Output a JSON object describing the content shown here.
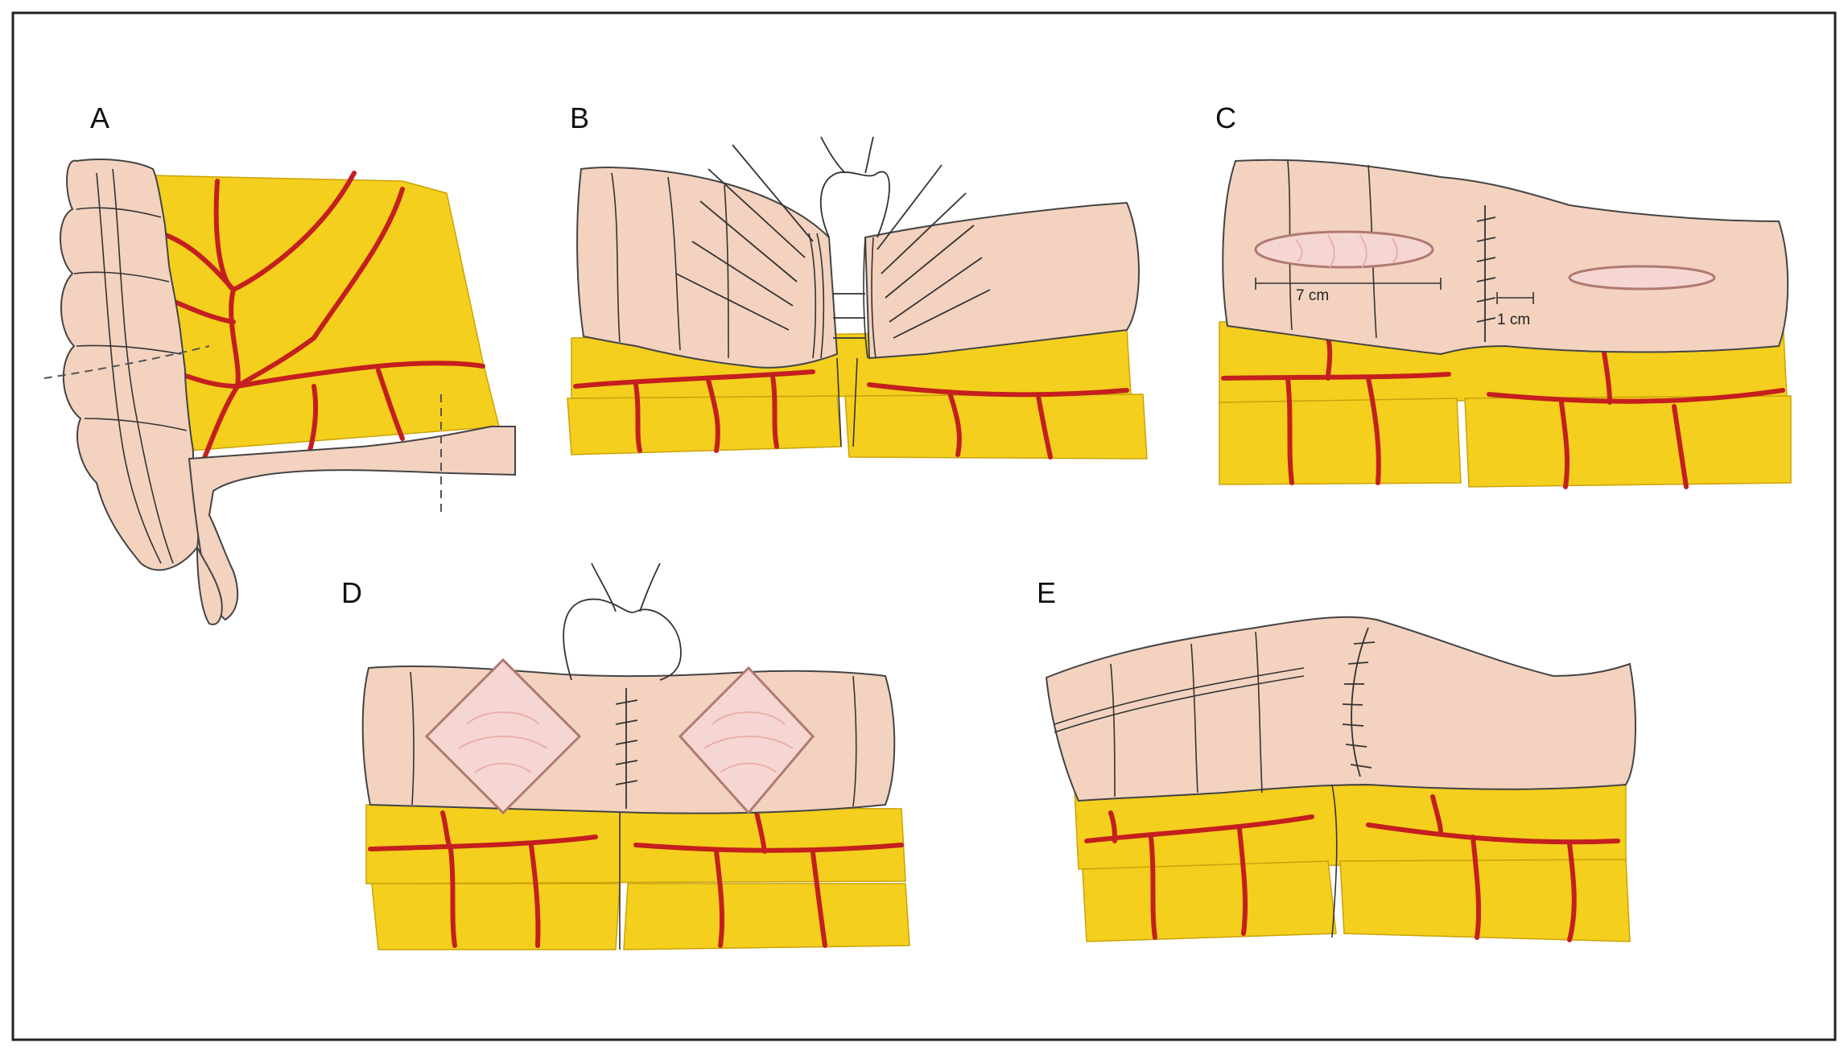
{
  "panels": {
    "a": {
      "label": "A"
    },
    "b": {
      "label": "B"
    },
    "c": {
      "label": "C",
      "incision_length": "7 cm",
      "margin_length": "1 cm"
    },
    "d": {
      "label": "D"
    },
    "e": {
      "label": "E"
    }
  },
  "colors": {
    "mesentery_fat": "#f4cf1d",
    "bowel_wall": "#f3d2bf",
    "vessel": "#c41f1f",
    "mucosa": "#f6d6d2",
    "frame": "#222222"
  }
}
